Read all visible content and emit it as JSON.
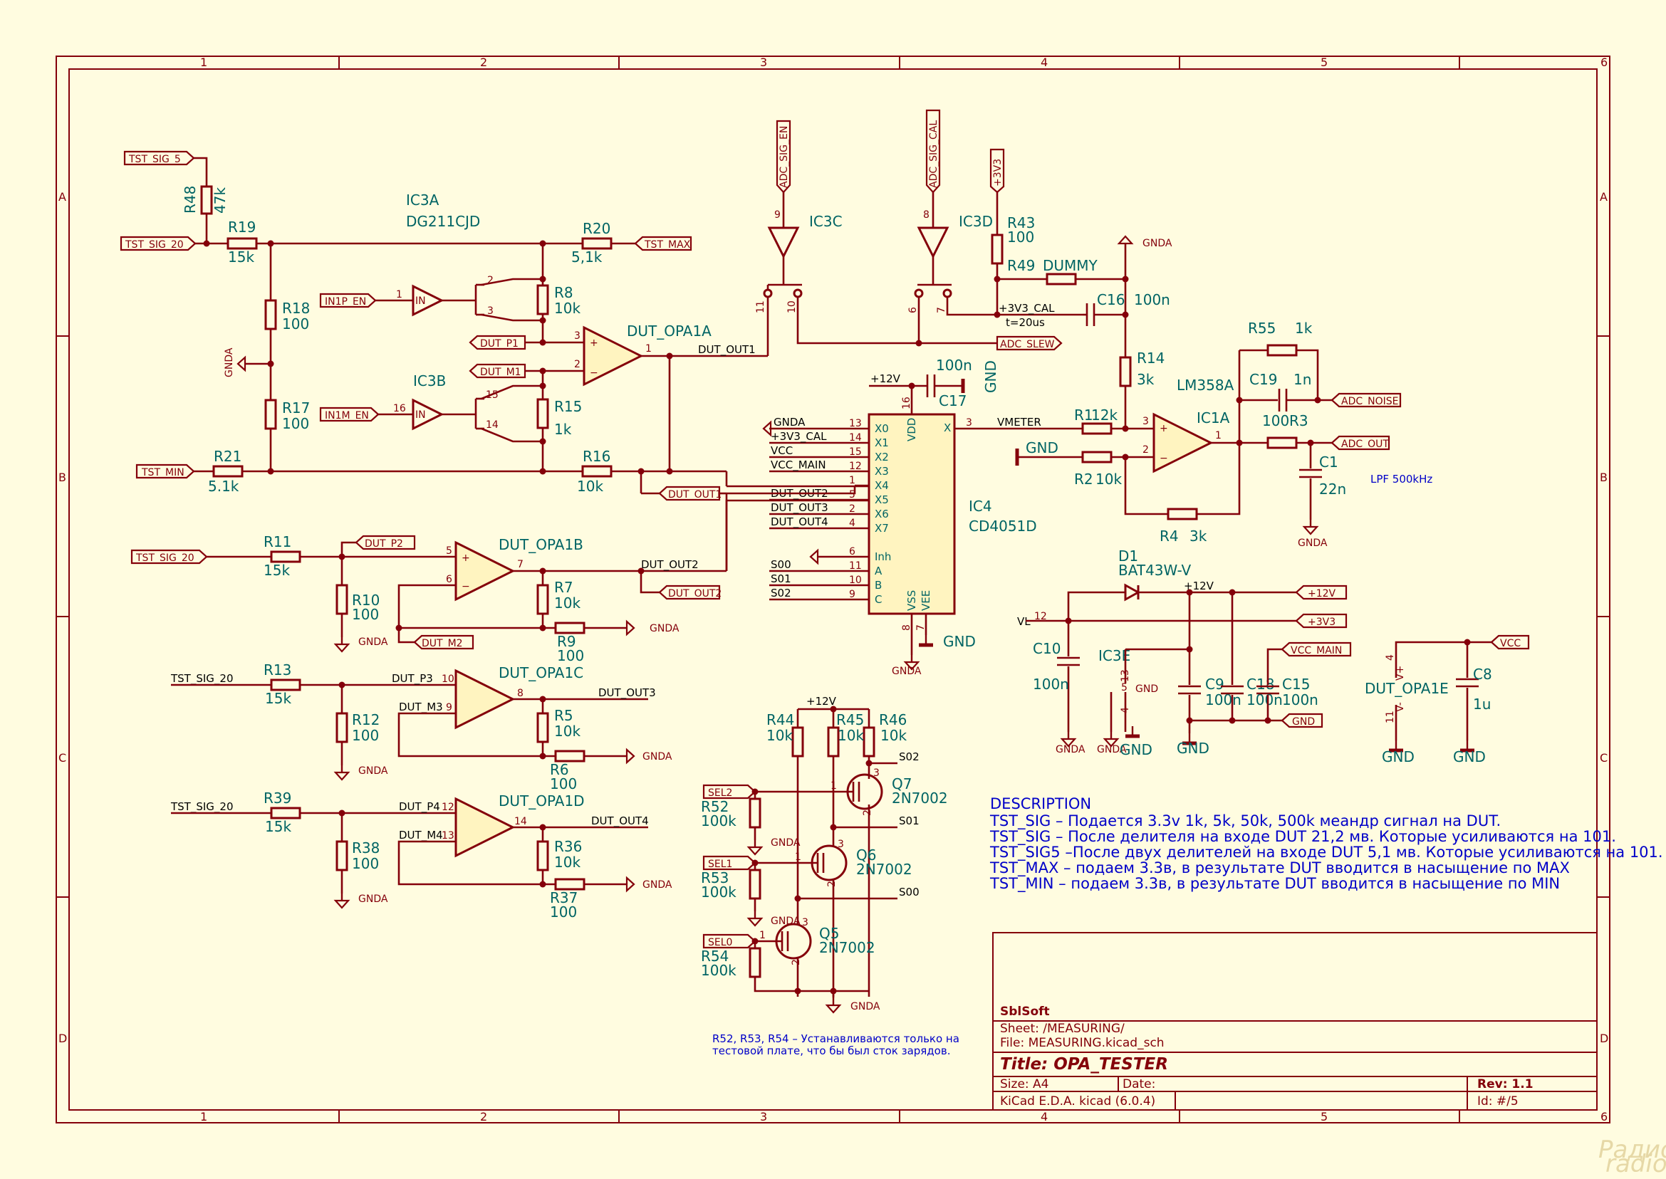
{
  "frame": {
    "columns": [
      "1",
      "2",
      "3",
      "4",
      "5",
      "6"
    ],
    "rows": [
      "A",
      "B",
      "C",
      "D"
    ]
  },
  "colors": {
    "background": "#fffce0",
    "wire": "#84000a",
    "reference": "#006464",
    "description": "#0000c8"
  },
  "ports": {
    "tst_sig_5": "TST_SIG_5",
    "tst_sig_20": "TST_SIG_20",
    "tst_max": "TST_MAX",
    "tst_min": "TST_MIN",
    "in1p_en": "IN1P_EN",
    "in1m_en": "IN1M_EN",
    "dut_p1": "DUT_P1",
    "dut_m1": "DUT_M1",
    "dut_p2": "DUT_P2",
    "dut_m2": "DUT_M2",
    "dut_out1": "DUT_OUT1",
    "dut_out2": "DUT_OUT2",
    "adc_sig_en": "ADC_SIG_EN",
    "adc_sig_cal": "ADC_SIG_CAL",
    "adc_slew": "ADC_SLEW",
    "v3v3": "+3V3",
    "adc_noise": "ADC_NOISE",
    "adc_out": "ADC_OUT",
    "p12v": "+12V",
    "vcc_main": "VCC_MAIN",
    "gnd": "GND",
    "vcc": "VCC",
    "sel2": "SEL2",
    "sel1": "SEL1",
    "sel0": "SEL0"
  },
  "nets": {
    "gnda": "GNDA",
    "gnd": "GND",
    "p12v": "+12V",
    "dut_out1": "DUT_OUT1",
    "dut_out2": "DUT_OUT2",
    "dut_out3": "DUT_OUT3",
    "dut_out4": "DUT_OUT4",
    "dut_p3": "DUT_P3",
    "dut_m3": "DUT_M3",
    "dut_p4": "DUT_P4",
    "dut_m4": "DUT_M4",
    "tst_sig_20": "TST_SIG_20",
    "vmeter": "VMETER",
    "v3v3_cal": "+3V3_CAL",
    "t20us": "t=20us",
    "vl": "VL",
    "s00": "S00",
    "s01": "S01",
    "s02": "S02",
    "vcc": "VCC",
    "vcc_main": "VCC_MAIN",
    "v3v3_cal_x": "+3V3_CAL",
    "lpf": "LPF 500kHz"
  },
  "components": {
    "r48": {
      "ref": "R48",
      "val": "47k"
    },
    "r19": {
      "ref": "R19",
      "val": "15k"
    },
    "r18": {
      "ref": "R18",
      "val": "100"
    },
    "r17": {
      "ref": "R17",
      "val": "100"
    },
    "r21": {
      "ref": "R21",
      "val": "5.1k"
    },
    "r20": {
      "ref": "R20",
      "val": "5,1k"
    },
    "r8": {
      "ref": "R8",
      "val": "10k"
    },
    "r15": {
      "ref": "R15",
      "val": "1k"
    },
    "r16": {
      "ref": "R16",
      "val": "10k"
    },
    "r11": {
      "ref": "R11",
      "val": "15k"
    },
    "r10": {
      "ref": "R10",
      "val": "100"
    },
    "r7": {
      "ref": "R7",
      "val": "10k"
    },
    "r9": {
      "ref": "R9",
      "val": "100"
    },
    "r13": {
      "ref": "R13",
      "val": "15k"
    },
    "r12": {
      "ref": "R12",
      "val": "100"
    },
    "r5": {
      "ref": "R5",
      "val": "10k"
    },
    "r6": {
      "ref": "R6",
      "val": "100"
    },
    "r39": {
      "ref": "R39",
      "val": "15k"
    },
    "r38": {
      "ref": "R38",
      "val": "100"
    },
    "r36": {
      "ref": "R36",
      "val": "10k"
    },
    "r37": {
      "ref": "R37",
      "val": "100"
    },
    "r43": {
      "ref": "R43",
      "val": "100"
    },
    "r49": {
      "ref": "R49",
      "val": "DUMMY"
    },
    "c16": {
      "ref": "C16",
      "val": "100n"
    },
    "r14": {
      "ref": "R14",
      "val": "3k"
    },
    "r55": {
      "ref": "R55",
      "val": "1k"
    },
    "c19": {
      "ref": "C19",
      "val": "1n"
    },
    "r3": {
      "ref": "R3",
      "val": "100"
    },
    "r1": {
      "ref": "R1",
      "val": "12k"
    },
    "r2": {
      "ref": "R2",
      "val": "10k"
    },
    "r4": {
      "ref": "R4",
      "val": "3k"
    },
    "c1": {
      "ref": "C1",
      "val": "22n"
    },
    "c17": {
      "ref": "C17",
      "val": "100n"
    },
    "c10": {
      "ref": "C10",
      "val": "100n"
    },
    "c9": {
      "ref": "C9",
      "val": "100n"
    },
    "c18": {
      "ref": "C18",
      "val": "100n"
    },
    "c15": {
      "ref": "C15",
      "val": "100n"
    },
    "c8": {
      "ref": "C8",
      "val": "1u"
    },
    "d1": {
      "ref": "D1",
      "val": "BAT43W-V"
    },
    "r44": {
      "ref": "R44",
      "val": "10k"
    },
    "r45": {
      "ref": "R45",
      "val": "10k"
    },
    "r46": {
      "ref": "R46",
      "val": "10k"
    },
    "r52": {
      "ref": "R52",
      "val": "100k"
    },
    "r53": {
      "ref": "R53",
      "val": "100k"
    },
    "r54": {
      "ref": "R54",
      "val": "100k"
    },
    "q7": {
      "ref": "Q7",
      "val": "2N7002"
    },
    "q6": {
      "ref": "Q6",
      "val": "2N7002"
    },
    "q5": {
      "ref": "Q5",
      "val": "2N7002"
    },
    "ic3a": {
      "ref": "IC3A",
      "val": "DG211CJD"
    },
    "ic3b": {
      "ref": "IC3B"
    },
    "ic3c": {
      "ref": "IC3C"
    },
    "ic3d": {
      "ref": "IC3D"
    },
    "ic3e": {
      "ref": "IC3E"
    },
    "ic4": {
      "ref": "IC4",
      "val": "CD4051D"
    },
    "ic1a": {
      "ref": "IC1A",
      "val": "LM358A"
    },
    "opa1a": {
      "ref": "DUT_OPA1A"
    },
    "opa1b": {
      "ref": "DUT_OPA1B"
    },
    "opa1c": {
      "ref": "DUT_OPA1C"
    },
    "opa1d": {
      "ref": "DUT_OPA1D"
    },
    "opa1e": {
      "ref": "DUT_OPA1E"
    }
  },
  "ic4_pins": {
    "left": [
      {
        "num": "13",
        "name": "X0",
        "net": "GNDA"
      },
      {
        "num": "14",
        "name": "X1",
        "net": "+3V3_CAL"
      },
      {
        "num": "15",
        "name": "X2",
        "net": "VCC"
      },
      {
        "num": "12",
        "name": "X3",
        "net": "VCC_MAIN"
      },
      {
        "num": "1",
        "name": "X4",
        "net": ""
      },
      {
        "num": "5",
        "name": "X5",
        "net": "DUT_OUT2"
      },
      {
        "num": "2",
        "name": "X6",
        "net": "DUT_OUT3"
      },
      {
        "num": "4",
        "name": "X7",
        "net": "DUT_OUT4"
      },
      {
        "num": "6",
        "name": "Inh",
        "net": ""
      },
      {
        "num": "11",
        "name": "A",
        "net": "S00"
      },
      {
        "num": "10",
        "name": "B",
        "net": "S01"
      },
      {
        "num": "9",
        "name": "C",
        "net": "S02"
      }
    ],
    "vdd": "VDD",
    "x": "X",
    "vss": "VSS",
    "vee": "VEE",
    "p16": "16",
    "p3": "3",
    "p8": "8",
    "p7": "7"
  },
  "description": {
    "heading": "DESCRIPTION",
    "lines": [
      "TST_SIG – Подается 3.3v 1k, 5k, 50k, 500k меандр сигнал на DUT.",
      "TST_SIG – После делителя на входе DUT 21,2 мв. Которые усиливаются на 101.",
      "TST_SIG5 –После двух делителей на входе DUT 5,1 мв. Которые усиливаются на 101.",
      "TST_MAX – подаем 3.3в, в результате DUT вводится в насыщение по MAX",
      "TST_MIN – подаем 3.3в, в результате DUT вводится в насыщение по MIN"
    ]
  },
  "note": {
    "line1": "R52, R53, R54 – Устанавливаются только на",
    "line2": "тестовой плате, что бы был сток зарядов."
  },
  "title_block": {
    "company": "SblSoft",
    "sheet": "Sheet: /MEASURING/",
    "file": "File: MEASURING.kicad_sch",
    "title": "Title: OPA_TESTER",
    "size": "Size: A4",
    "date": "Date:",
    "rev": "Rev: 1.1",
    "tool": "KiCad E.D.A.  kicad (6.0.4)",
    "id": "Id: #/5"
  },
  "watermark": {
    "logo": "Радио КОТ",
    "url": "radiokot.ru"
  }
}
